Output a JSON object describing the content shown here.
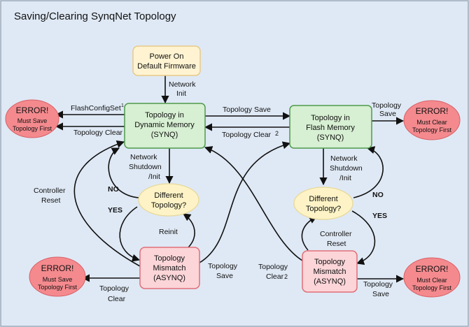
{
  "title": "Saving/Clearing SynqNet Topology",
  "colors": {
    "background": "#dfe9f5",
    "border": "#9aa8b8",
    "power_fill": "#fff3d1",
    "power_stroke": "#e8c98a",
    "state_fill": "#d7efd2",
    "state_stroke": "#4f9a4a",
    "mismatch_fill": "#fbd5d8",
    "mismatch_stroke": "#e26f78",
    "error_fill": "#f48a8e",
    "decision_fill": "#fdf3c6",
    "green_label": "#3a9a2a",
    "footnote": "#3c3cd0",
    "arrow": "#111111"
  },
  "boxes": {
    "power_on": [
      "Power On",
      "Default Firmware"
    ],
    "dynamic": [
      "Topology in",
      "Dynamic Memory",
      "(SYNQ)"
    ],
    "flash": [
      "Topology in",
      "Flash Memory",
      "(SYNQ)"
    ],
    "mismatch_left": [
      "Topology",
      "Mismatch",
      "(ASYNQ)"
    ],
    "mismatch_right": [
      "Topology",
      "Mismatch",
      "(ASYNQ)"
    ]
  },
  "decisions": {
    "left": [
      "Different",
      "Topology?"
    ],
    "right": [
      "Different",
      "Topology?"
    ]
  },
  "errors": {
    "top_left": [
      "ERROR!",
      "Must Save",
      "Topology First"
    ],
    "top_right": [
      "ERROR!",
      "Must Clear",
      "Topology First"
    ],
    "bottom_left": [
      "ERROR!",
      "Must Save",
      "Topology First"
    ],
    "bottom_right": [
      "ERROR!",
      "Must Clear",
      "Topology First"
    ]
  },
  "labels": {
    "network_init": [
      "Network",
      "Init"
    ],
    "flashconfigset": "FlashConfigSet",
    "footnote_1": "1",
    "topology_clear_tl": "Topology Clear",
    "topology_save_mid": "Topology Save",
    "topology_clear_mid": "Topology Clear",
    "footnote_2": "2",
    "topology_save_tr": [
      "Topology",
      "Save"
    ],
    "network_shutdown_left": [
      "Network",
      "Shutdown",
      "/Init"
    ],
    "network_shutdown_right": [
      "Network",
      "Shutdown",
      "/Init"
    ],
    "no_left": "NO",
    "yes_left": "YES",
    "no_right": "NO",
    "yes_right": "YES",
    "controller_reset_left": [
      "Controller",
      "Reset"
    ],
    "reinit": "Reinit",
    "controller_reset_right": [
      "Controller",
      "Reset"
    ],
    "topology_save_bl": [
      "Topology",
      "Save"
    ],
    "topology_clear_bl": [
      "Topology",
      "Clear"
    ],
    "topology_clear_br": [
      "Topology",
      "Clear"
    ],
    "footnote_2b": "2",
    "topology_save_br": [
      "Topology",
      "Save"
    ]
  }
}
